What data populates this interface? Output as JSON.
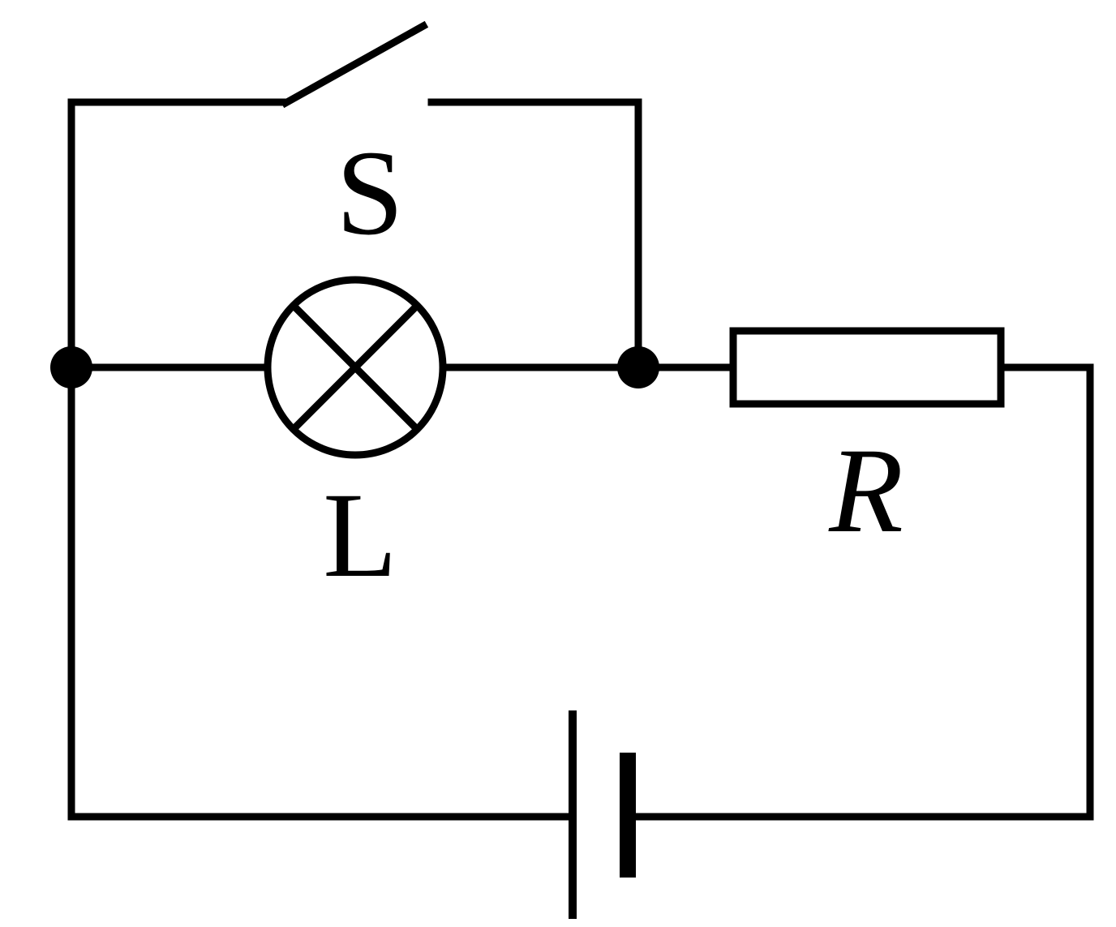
{
  "diagram": {
    "type": "circuit-schematic",
    "labels": {
      "switch": "S",
      "lamp": "L",
      "resistor": "R"
    },
    "components": [
      {
        "kind": "switch",
        "state": "open",
        "label": "S"
      },
      {
        "kind": "lamp",
        "label": "L"
      },
      {
        "kind": "resistor",
        "label": "R"
      },
      {
        "kind": "battery"
      }
    ],
    "colors": {
      "stroke": "#000000",
      "background": "#ffffff"
    }
  }
}
